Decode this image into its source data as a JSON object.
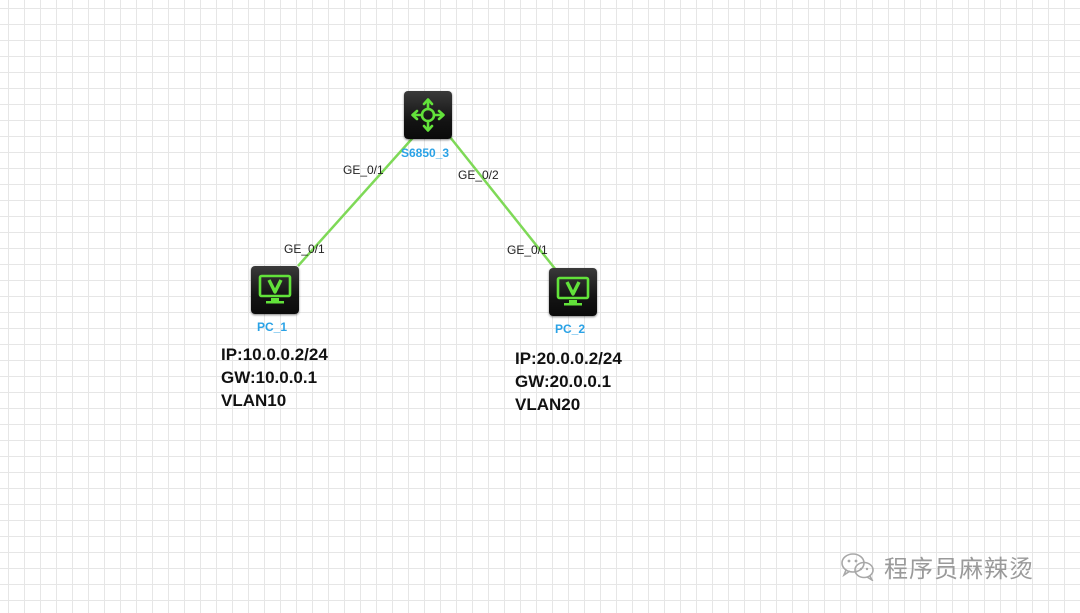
{
  "nodes": {
    "switch": {
      "name": "S6850_3"
    },
    "pc1": {
      "name": "PC_1",
      "info": [
        "IP:10.0.0.2/24",
        "GW:10.0.0.1",
        "VLAN10"
      ]
    },
    "pc2": {
      "name": "PC_2",
      "info": [
        "IP:20.0.0.2/24",
        "GW:20.0.0.1",
        "VLAN20"
      ]
    }
  },
  "links": [
    {
      "from": "S6850_3",
      "from_port": "GE_0/1",
      "to": "PC_1",
      "to_port": "GE_0/1"
    },
    {
      "from": "S6850_3",
      "from_port": "GE_0/2",
      "to": "PC_2",
      "to_port": "GE_0/1"
    }
  ],
  "icons": {
    "switch": "switch-arrows-icon",
    "pc": "monitor-v-icon",
    "watermark": "wechat-icon"
  },
  "colors": {
    "link": "#7ed957",
    "node_label": "#2aa2e6",
    "icon_green": "#62e23a"
  },
  "watermark": {
    "text": "程序员麻辣烫"
  }
}
